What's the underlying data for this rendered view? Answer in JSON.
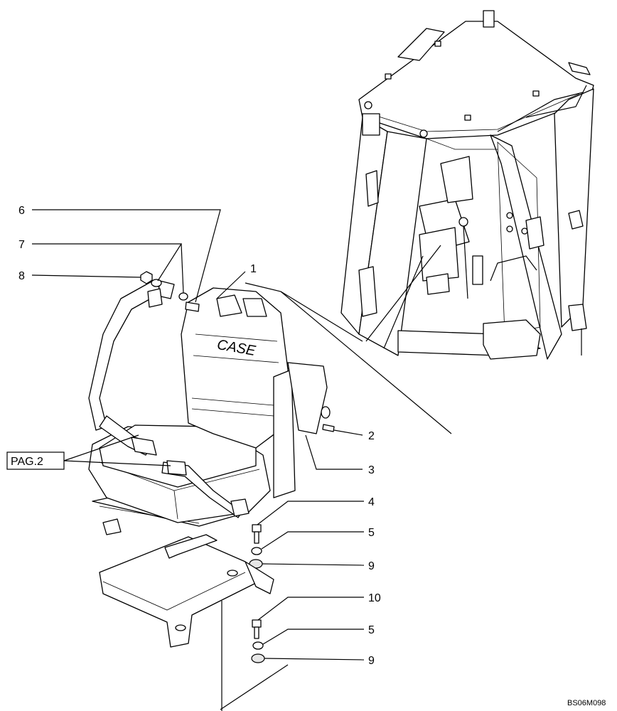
{
  "callouts": {
    "c1": "1",
    "c2": "2",
    "c3": "3",
    "c4": "4",
    "c5a": "5",
    "c5b": "5",
    "c6": "6",
    "c7": "7",
    "c8": "8",
    "c9a": "9",
    "c9b": "9",
    "c10": "10"
  },
  "reference_box": "PAG.2",
  "seat_brand": "CASE",
  "drawing_code": "BS06M098"
}
